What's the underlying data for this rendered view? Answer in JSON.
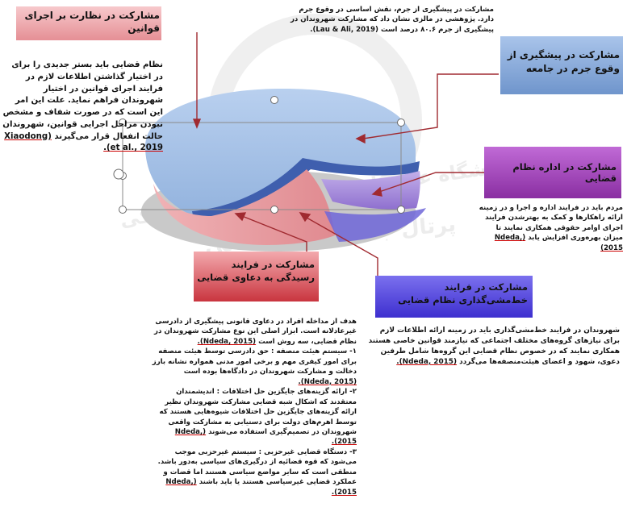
{
  "colors": {
    "blue_sector": "#a9c4e8",
    "red_sector": "#e8a0a4",
    "purple_sector": "#a98fd8",
    "gray_shadow": "#c8c8c8",
    "blue_box": "#8fb0da",
    "purple_box": "#9b3fb2",
    "indigo_box": "#5a4ce0",
    "red_box": "#d9424a",
    "arrow": "#a02a30"
  },
  "oversight": {
    "title": "مشارکت در نظارت بر اجرای قوانین",
    "text": "نظام قضایی باید بستر جدیدی را برای در اختیار گذاشتن اطلاعات لازم در فرایند اجرای قوانین در اختیار شهروندان فراهم نماید. علت این امر این است که در صورت شفاف و مشخص نبودن مراحل اجرایی قوانین، شهروندان حالت انفعال قرار می‌گیرند",
    "citation": "(Xiaodong et al., 2019)."
  },
  "prevention": {
    "title": "مشارکت در پیشگیری از وقوع جرم در جامعه",
    "text": "مشارکت در پیشگیری از جرم، نقش اساسی در وقوع جرم دارد. پژوهشی در مالزی نشان داد که مشارکت شهروندان در پیشگیری از جرم ۸۰.۶ درصد است",
    "citation": "(Lau & Ali, 2019)."
  },
  "administration": {
    "title": "مشارکت در اداره نظام قضایی",
    "text": "مردم باید در فرایند اداره و اجرا و در زمینه ارائه راهکارها و کمک به بهترشدن فرایند اجرای اوامر حقوقی همکاری نمایند تا میزان بهره‌وری افزایش یابد",
    "citation": "(Ndeda, 2015)"
  },
  "policy": {
    "title": "مشارکت در فرایند خط‌مشی‌گذاری نظام قضایی",
    "text": "شهروندان در فرایند خط‌مشی‌گذاری باید در زمینه ارائه اطلاعات لازم برای نیازهای گروه‌های مختلف اجتماعی که نیازمند قوانین خاصی هستند همکاری نمایند که در خصوص نظام قضایی این گروه‌ها شامل طرفین دعوی، شهود و اعضای هیئت‌منصفه‌ها می‌گردد",
    "citation": "(Ndeda, 2015)."
  },
  "litigation": {
    "title": "مشارکت در فرایند رسیدگی به دعاوی قضایی",
    "intro": "هدف از مداخله افراد در دعاوی قانونی پیشگیری از دادرسی غیرعادلانه است. ابزار اصلی این نوع مشارکت شهروندان در نظام قضایی، سه روش است",
    "intro_citation": "(Ndeda, 2015).",
    "item1": "۱- سیستم هیئت منصفه : حق دادرسی توسط هیئت منصفه برای امور کیفری مهم و برخی امور مدنی همواره نشانه بارز دخالت و مشارکت شهروندان در دادگاه‌ها بوده است",
    "item1_citation": "(Ndeda, 2015).",
    "item2": "۲- ارائه گزینه‌های جایگزین حل اختلافات : اندیشمندان معتقدند که اشکال شبه قضایی مشارکت شهروندان نظیر ارائه گزینه‌های جایگزین حل اختلافات شیوه‌هایی هستند که توسط اهرم‌های دولت برای دستیابی به مشارکت واقعی شهروندان در تصمیم‌گیری استفاده می‌شوند",
    "item2_citation": "(Ndeda, 2015).",
    "item3": "۳- دستگاه قضایی غیرحزبی : سیستم غیرحزبی موجب می‌شود که قوه قضائیه از درگیری‌های سیاسی به‌دور باشد. منطقی است که سایر مواضع سیاسی هستند اما قضات و عملکرد قضایی غیرسیاسی هستند یا باید باشند",
    "item3_citation": "(Ndeda, 2015)."
  },
  "watermark": {
    "line1": "پژوهشگاه علوم انسانی و مطالعات فرهنگی",
    "line2": "پرتال جامع علوم انسانی"
  }
}
